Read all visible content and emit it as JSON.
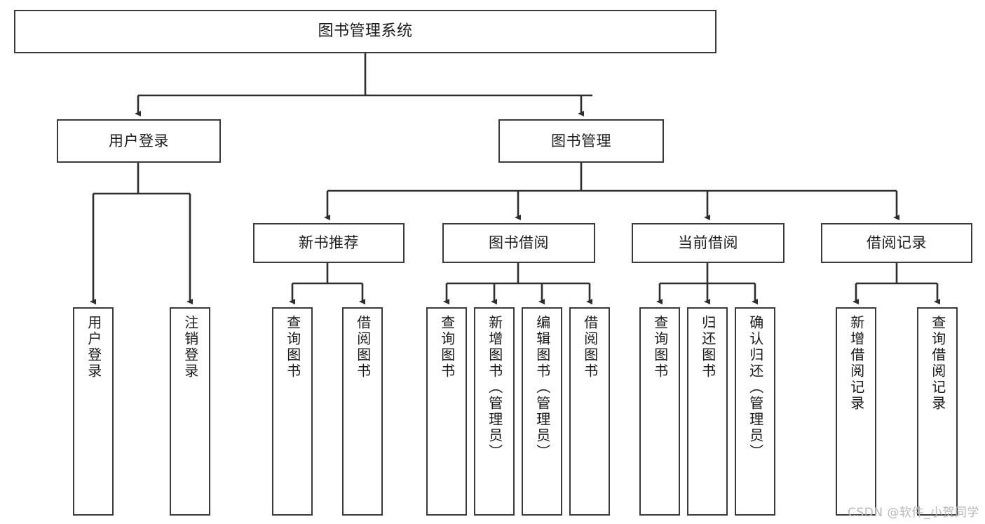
{
  "diagram": {
    "title": "图书管理系统",
    "type": "tree-hierarchy-diagram",
    "colors": {
      "box_border": "#3a3a3a",
      "box_fill": "#ffffff",
      "edge": "#2e2e2e",
      "text": "#1a1a1a",
      "watermark": "#b8b8b8"
    },
    "nodes": {
      "root": {
        "label": "图书管理系统"
      },
      "level2": [
        {
          "id": "user-login",
          "label": "用户登录"
        },
        {
          "id": "book-management",
          "label": "图书管理"
        }
      ],
      "level3": [
        {
          "id": "new-book-recommend",
          "label": "新书推荐"
        },
        {
          "id": "book-borrow",
          "label": "图书借阅"
        },
        {
          "id": "current-borrow",
          "label": "当前借阅"
        },
        {
          "id": "borrow-record",
          "label": "借阅记录"
        }
      ],
      "leaves": {
        "user_login": [
          {
            "id": "leaf-user-login",
            "label": "用户登录"
          },
          {
            "id": "leaf-logout",
            "label": "注销登录"
          }
        ],
        "new_book_recommend": [
          {
            "id": "leaf-query-book-1",
            "label": "查询图书"
          },
          {
            "id": "leaf-borrow-book-1",
            "label": "借阅图书"
          }
        ],
        "book_borrow": [
          {
            "id": "leaf-query-book-2",
            "label": "查询图书"
          },
          {
            "id": "leaf-add-book",
            "label": "新增图书（管理员）"
          },
          {
            "id": "leaf-edit-book",
            "label": "编辑图书（管理员）"
          },
          {
            "id": "leaf-borrow-book-2",
            "label": "借阅图书"
          }
        ],
        "current_borrow": [
          {
            "id": "leaf-query-book-3",
            "label": "查询图书"
          },
          {
            "id": "leaf-return-book",
            "label": "归还图书"
          },
          {
            "id": "leaf-confirm-return",
            "label": "确认归还（管理员）"
          }
        ],
        "borrow_record": [
          {
            "id": "leaf-add-record",
            "label": "新增借阅记录"
          },
          {
            "id": "leaf-query-record",
            "label": "查询借阅记录"
          }
        ]
      }
    }
  },
  "watermark": {
    "text": "CSDN @软件_小贺同学"
  }
}
